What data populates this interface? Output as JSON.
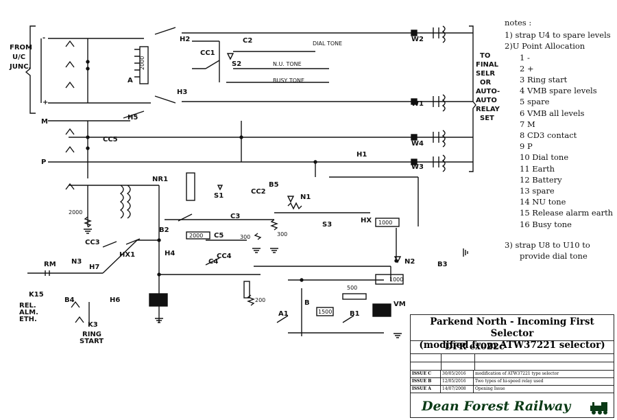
{
  "schematic": {
    "labels": {
      "from_uc_junc": [
        "FROM",
        "U/C",
        "JUNC."
      ],
      "to_final": [
        "TO",
        "FINAL",
        "SELR",
        "OR",
        "AUTO-",
        "AUTO",
        "RELAY",
        "SET"
      ],
      "dial_tone": "DIAL TONE",
      "nu_tone": "N.U. TONE",
      "busy_tone": "BUSY TONE",
      "rel_alm_eth": [
        "REL.",
        "ALM.",
        "ETH."
      ],
      "ring_start": [
        "RING",
        "START"
      ],
      "line_minus": "-",
      "line_plus": "+",
      "line_m": "M",
      "line_p": "P"
    },
    "relays": [
      "H2",
      "H3",
      "H5",
      "H1",
      "H4",
      "H6",
      "H7",
      "HX1",
      "S1",
      "S2",
      "S3",
      "B5",
      "B2",
      "B3",
      "B4",
      "N1",
      "N2",
      "N3",
      "NR1",
      "C2",
      "C3",
      "C4",
      "C5",
      "CC1",
      "CC2",
      "CC3",
      "CC5",
      "CC4",
      "W1",
      "W2",
      "W3",
      "W4",
      "A1",
      "B1",
      "RM",
      "VM",
      "HX",
      "K3",
      "K15",
      "A",
      "B"
    ],
    "values": [
      "2000",
      "300",
      "300",
      "2000",
      "200",
      "500",
      "1500",
      "1000",
      "1000",
      "2000"
    ]
  },
  "notes": {
    "title": "notes :",
    "n1": "1)  strap U4 to spare levels",
    "n2": "2)U Point Allocation",
    "u_points": [
      "1  -",
      "2  +",
      "3  Ring start",
      "4  VMB spare levels",
      "5  spare",
      "6  VMB all levels",
      "7  M",
      "8  CD3 contact",
      "9  P",
      "10 Dial tone",
      "11 Earth",
      "12 Battery",
      "13 spare",
      "14 NU tone",
      "15 Release alarm earth",
      "16 Busy tone"
    ],
    "n3a": "3)  strap U8 to U10 to",
    "n3b": "provide dial tone"
  },
  "title_block": {
    "title_line1": "Parkend North - Incoming First Selector",
    "title_line2": "(modified from ATW37221 selector)",
    "drawing_no": "DFR ex022c",
    "revisions": [
      {
        "issue": "ISSUE C",
        "date": "30/05/2016",
        "desc": "modification of ATW37221 type selector"
      },
      {
        "issue": "ISSUE B",
        "date": "12/05/2016",
        "desc": "Two types of hi-speed relay used"
      },
      {
        "issue": "ISSUE A",
        "date": "14/07/2008",
        "desc": "Opening Issue"
      }
    ],
    "brand": "Dean Forest Railway"
  },
  "colors": {
    "ink": "#111111",
    "brand": "#0a3a16",
    "paper": "#ffffff"
  }
}
